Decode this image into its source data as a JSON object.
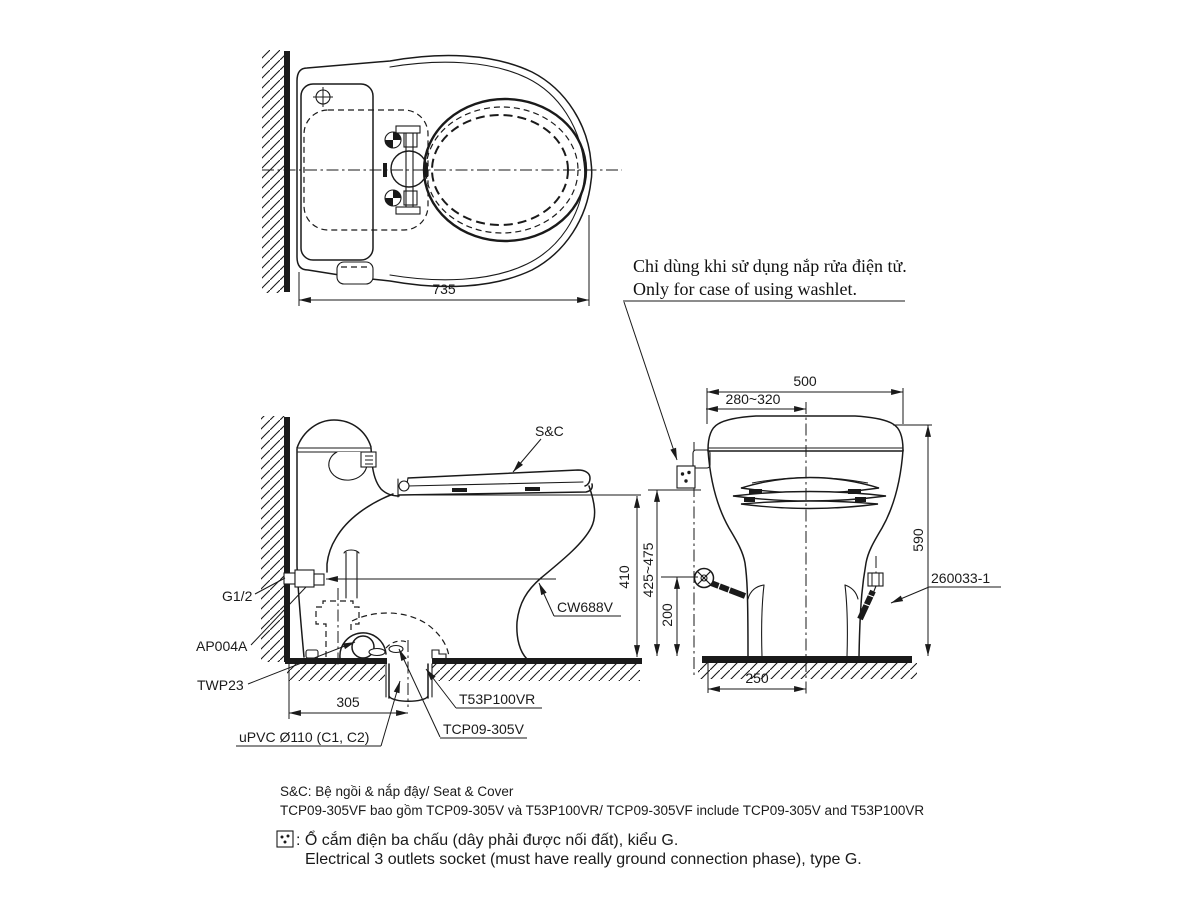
{
  "colors": {
    "ink": "#1a1a1a",
    "paper": "#ffffff"
  },
  "note": {
    "vi": "Chỉ dùng khi sử dụng nắp rửa điện tử.",
    "en": "Only for case of using washlet."
  },
  "top": {
    "width": "735"
  },
  "side": {
    "sc": "S&C",
    "g": "G1/2",
    "ap": "AP004A",
    "twp": "TWP23",
    "cw": "CW688V",
    "t53": "T53P100VR",
    "tcp": "TCP09-305V",
    "upvc": "uPVC Ø110 (C1, C2)",
    "h410": "410",
    "d305": "305"
  },
  "front": {
    "w500": "500",
    "r280": "280~320",
    "h590": "590",
    "r425": "425~475",
    "h200": "200",
    "d250": "250",
    "part": "260033-1"
  },
  "fn": {
    "l1": "S&C: Bệ ngồi & nắp đậy/ Seat & Cover",
    "l2": "TCP09-305VF bao gồm TCP09-305V và T53P100VR/ TCP09-305VF include TCP09-305V and T53P100VR",
    "l3": ": Ổ cắm điện ba chấu (dây phải được nối đất), kiểu G.",
    "l4": "Electrical 3 outlets socket (must have really ground connection phase), type G."
  }
}
